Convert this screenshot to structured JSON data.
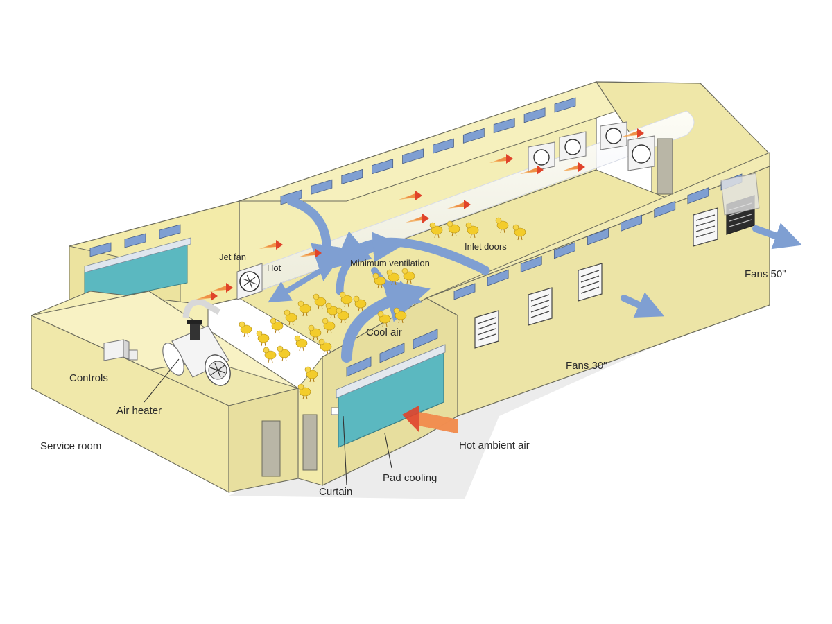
{
  "colors": {
    "wall_light": "#f7f0b4",
    "wall_mid": "#eae1a0",
    "wall_dark": "#ddd398",
    "outline": "#6b6b5c",
    "floor": "#efe7a6",
    "window": "#7f9fd2",
    "pad": "#5bb8c0",
    "airflow": "#7f9fd2",
    "hot_arrow": "#e0432a",
    "chick": "#f3cc2b",
    "fan_panel": "#f1f1f1",
    "shadow": "#e9e9e9"
  },
  "labels": {
    "service_room": "Service room",
    "controls": "Controls",
    "air_heater": "Air heater",
    "jet_fan": "Jet fan",
    "hot": "Hot",
    "minimum_ventilation": "Minimum ventilation",
    "inlet_doors": "Inlet doors",
    "cool_air": "Cool air",
    "fans_30": "Fans 30\"",
    "fans_50": "Fans 50\"",
    "hot_ambient_air": "Hot ambient air",
    "pad_cooling": "Pad cooling",
    "curtain": "Curtain"
  }
}
